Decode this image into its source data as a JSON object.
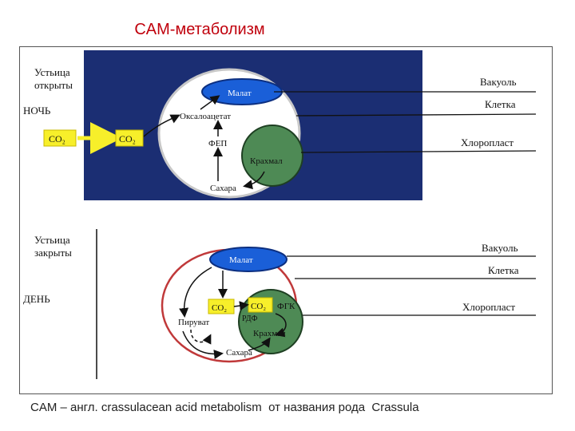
{
  "title": "CAM-метаболизм",
  "caption": "CAM – англ. crassulacean acid metabolism  от названия рода  Crassula",
  "night": {
    "stomata_line1": "Устьица",
    "stomata_line2": "открыты",
    "period": "НОЧЬ",
    "co2_outside": "CO₂",
    "co2_inside": "CO₂",
    "malate": "Малат",
    "oxaloacetate": "Оксалоацетат",
    "pep": "ФЕП",
    "starch": "Крахмал",
    "sugars": "Сахара",
    "label_vacuole": "Вакуоль",
    "label_cell": "Клетка",
    "label_chloroplast": "Хлоропласт"
  },
  "day": {
    "stomata_line1": "Устьица",
    "stomata_line2": "закрыты",
    "period": "ДЕНЬ",
    "malate": "Малат",
    "co2_cytosol": "CO₂",
    "co2_chloroplast": "CO₂",
    "pga": "ФГК",
    "rdf": "РДФ",
    "pyruvate": "Пируват",
    "starch": "Крахмал",
    "sugars": "Сахара",
    "label_vacuole": "Вакуоль",
    "label_cell": "Клетка",
    "label_chloroplast": "Хлоропласт"
  },
  "colors": {
    "title": "#c0000c",
    "night_panel": "#1b2e73",
    "vacuole": "#1a5fd8",
    "chloroplast": "#4e8a55",
    "co2_box": "#f7ef2a",
    "cell_wall_day": "#c0393a"
  }
}
